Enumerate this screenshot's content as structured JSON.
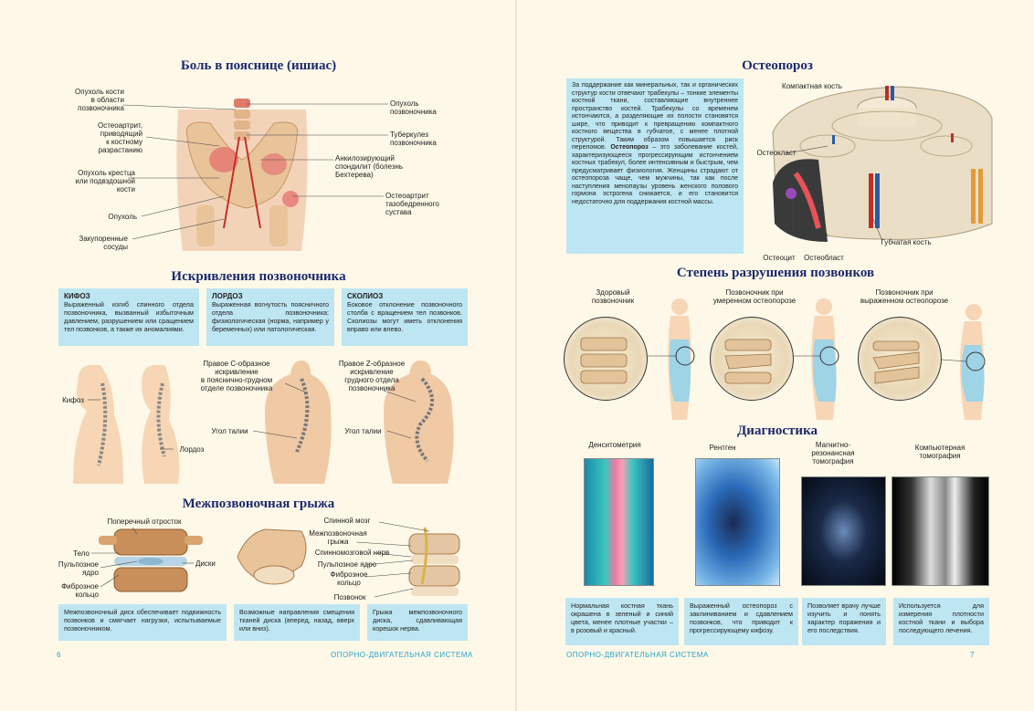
{
  "left": {
    "sciatica": {
      "title": "Боль в пояснице (ишиас)",
      "labels": {
        "tumor_bone": "Опухоль кости\nв области\nпозвоночника",
        "osteoarthritis_spine": "Остеоартрит,\nприводящий\nк костному\nразрастанию",
        "tumor_sacrum": "Опухоль крестца\nили подвздошной\nкости",
        "tumor": "Опухоль",
        "blocked_vessels": "Закупоренные\nсосуды",
        "spine_tumor": "Опухоль\nпозвоночника",
        "spine_tb": "Туберкулез\nпозвоночника",
        "ankylosing": "Анкилозирующий\nспондилит (болезнь\nБехтерева)",
        "hip_osteoarthritis": "Остеоартрит\nтазобедренного\nсустава"
      }
    },
    "curvature": {
      "title": "Искривления позвоночника",
      "kyphosis": {
        "head": "КИФОЗ",
        "text": "Выраженный изгиб спинного отдела позвоночника, вызванный избыточным давлением, разрушением или сращением тел позвонков, а также их аномалиями."
      },
      "lordosis": {
        "head": "ЛОРДОЗ",
        "text": "Выраженная вогнутость поясничного отдела позвоночника: физиологическая (норма, например у беременных) или патологическая."
      },
      "scoliosis": {
        "head": "СКОЛИОЗ",
        "text": "Боковое отклонение позвоночного столба с вращением тел позвонков. Сколиозы могут иметь отклонения вправо или влево."
      },
      "labels": {
        "kyphosis": "Кифоз",
        "lordosis": "Лордоз",
        "right_c": "Правое С-образное\nискривление\nв пояснично-грудном\nотделе позвоночника",
        "waist1": "Угол талии",
        "right_z": "Правое Z-образное\nискривление\nгрудного отдела\nпозвоночника",
        "waist2": "Угол талии"
      }
    },
    "hernia": {
      "title": "Межпозвоночная грыжа",
      "labels": {
        "transverse": "Поперечный отросток",
        "body": "Тело",
        "pulposus": "Пульпозное\nядро",
        "discs": "Диски",
        "annulus": "Фиброзное\nкольцо",
        "spinal_cord": "Спинной мозг",
        "hernia": "Межпозвоночная\nгрыжа",
        "spinal_nerve": "Спинномозговой нерв",
        "pulposus2": "Пульпозное ядро",
        "annulus2": "Фиброзное\nкольцо",
        "vertebra": "Позвонок"
      },
      "boxes": [
        "Межпозвоночный диск обеспечивает подвижность позвонков и смягчает нагрузки, испытываемые позвоночником.",
        "Возможные направления смещения тканей диска (вперед, назад, вверх или вниз).",
        "Грыжа межпозвоночного диска, сдавливающая корешок нерва."
      ]
    },
    "page_number": "6",
    "footer": "ОПОРНО-ДВИГАТЕЛЬНАЯ СИСТЕМА"
  },
  "right": {
    "osteoporosis": {
      "title": "Остеопороз",
      "text_a": "За поддержание как минеральных, так и органических структур кости отвечают трабекулы – тонкие элементы костной ткани, составляющие внутреннее пространство костей. Трабекулы со временем истончаются, а разделяющие их полости становятся шире, что приводит к превращению компактного костного вещества в губчатое, с менее плотной структурой. Таким образом повышается риск переломов.",
      "term": "Остеопороз",
      "text_b": " – это заболевание костей, характеризующееся прогрессирующим истончением костных трабекул, более интенсивным и быстрым, чем предусматривает физиология. Женщины страдают от остеопороза чаще, чем мужчины, так как после наступления менопаузы уровень женского полового гормона эстрогена снижается, и его становится недостаточно для поддержания костной массы.",
      "labels": {
        "compact": "Компактная кость",
        "osteoclast": "Остеокласт",
        "spongy": "Губчатая кость",
        "osteocyte": "Остеоцит",
        "osteoblast": "Остеобласт"
      }
    },
    "destruction": {
      "title": "Степень разрушения позвонков",
      "labels": [
        "Здоровый\nпозвоночник",
        "Позвоночник при\nумеренном остеопорозе",
        "Позвоночник при\nвыраженном остеопорозе"
      ]
    },
    "diagnostics": {
      "title": "Диагностика",
      "methods": [
        {
          "name": "Денситометрия",
          "text": "Нормальная костная ткань окрашена в зеленый и синий цвета, менее плотные участки – в розовый и красный."
        },
        {
          "name": "Рентген",
          "text": "Выраженный остеопороз с заклиниванием и сдавлением позвонков, что приводит к прогрессирующему кифозу."
        },
        {
          "name": "Магнитно-\nрезонансная\nтомография",
          "text": "Позволяет врачу лучше изучить и понять характер поражения и его последствия."
        },
        {
          "name": "Компьютерная\nтомография",
          "text": "Используется для измерения плотности костной ткани и выбора последующего лечения."
        }
      ]
    },
    "page_number": "7",
    "footer": "ОПОРНО-ДВИГАТЕЛЬНАЯ СИСТЕМА"
  },
  "colors": {
    "title": "#1d2a6e",
    "box": "#bde6f2",
    "footer": "#2aa0c8",
    "page": "#fdf8e8"
  }
}
